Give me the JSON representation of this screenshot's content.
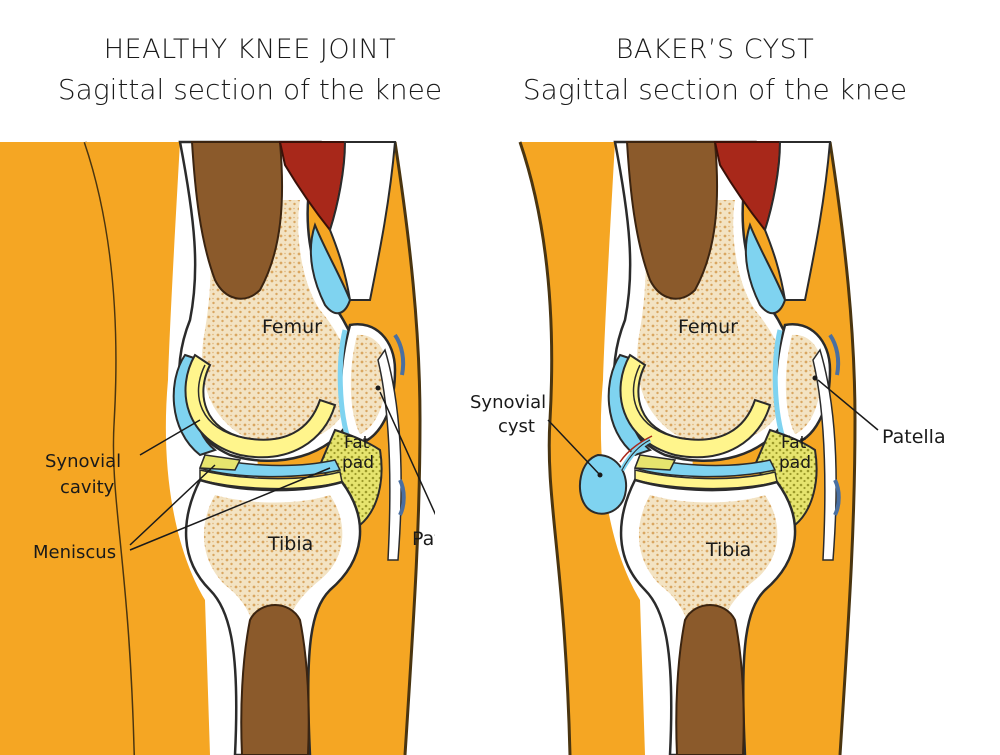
{
  "left_panel": {
    "title_line1": "HEALTHY KNEE JOINT",
    "title_line2": "Sagittal section of the knee",
    "labels": {
      "femur": "Femur",
      "fat_pad_1": "Fat",
      "fat_pad_2": "pad",
      "synovial_cavity_1": "Synovial",
      "synovial_cavity_2": "cavity",
      "meniscus": "Meniscus",
      "tibia": "Tibia",
      "patella": "Patella"
    }
  },
  "right_panel": {
    "title_line1": "BAKER’S CYST",
    "title_line2": "Sagittal section of the knee",
    "labels": {
      "femur": "Femur",
      "fat_pad_1": "Fat",
      "fat_pad_2": "pad",
      "synovial_cyst_1": "Synovial",
      "synovial_cyst_2": "cyst",
      "tibia": "Tibia",
      "patella": "Patella"
    }
  },
  "stock_id": "Adobe Stock | #239987041",
  "colors": {
    "skin": "#F5A623",
    "skin_outline": "#5a3d10",
    "bone_shaft": "#8B5A2B",
    "bone_spongy": "#F3E3C3",
    "bone_dots": "#D9A661",
    "cartilage": "#FFF58C",
    "synovial_fluid": "#7FD3F0",
    "muscle": "#A8281A",
    "fat_pad": "#E3E36A"
  }
}
